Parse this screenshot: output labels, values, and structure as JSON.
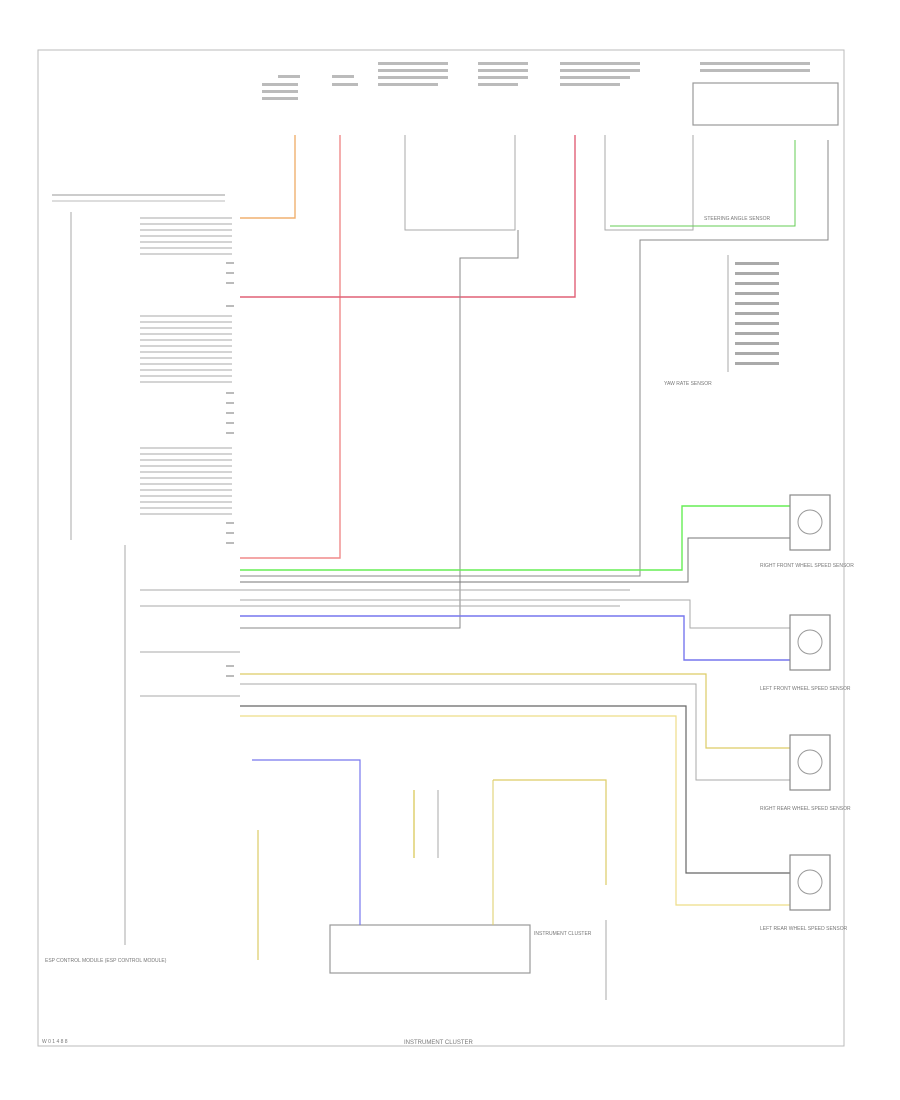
{
  "footer": {
    "left_id": "W 0 1 4 8 8",
    "center_title": "INSTRUMENT CLUSTER"
  },
  "modules": {
    "left_module_label": "ESP CONTROL MODULE (ESP CONTROL MODULE)",
    "instrument_cluster_label": "INSTRUMENT CLUSTER",
    "steering_angle_sensor_label": "STEERING ANGLE SENSOR",
    "yaw_rate_sensor_label": "YAW RATE SENSOR"
  },
  "wheel_sensors": [
    {
      "label": "RIGHT FRONT WHEEL SPEED SENSOR"
    },
    {
      "label": "LEFT FRONT WHEEL SPEED SENSOR"
    },
    {
      "label": "RIGHT REAR WHEEL SPEED SENSOR"
    },
    {
      "label": "LEFT REAR WHEEL SPEED SENSOR"
    }
  ],
  "colors": {
    "frame": "#bbbbbb",
    "wire_gray": "#999999",
    "wire_red": "#f08a8a",
    "wire_green": "#66dd55",
    "wire_blue": "#7777ee",
    "wire_yellow": "#eedd88",
    "wire_orange": "#f0b070",
    "wire_dark": "#666666"
  }
}
